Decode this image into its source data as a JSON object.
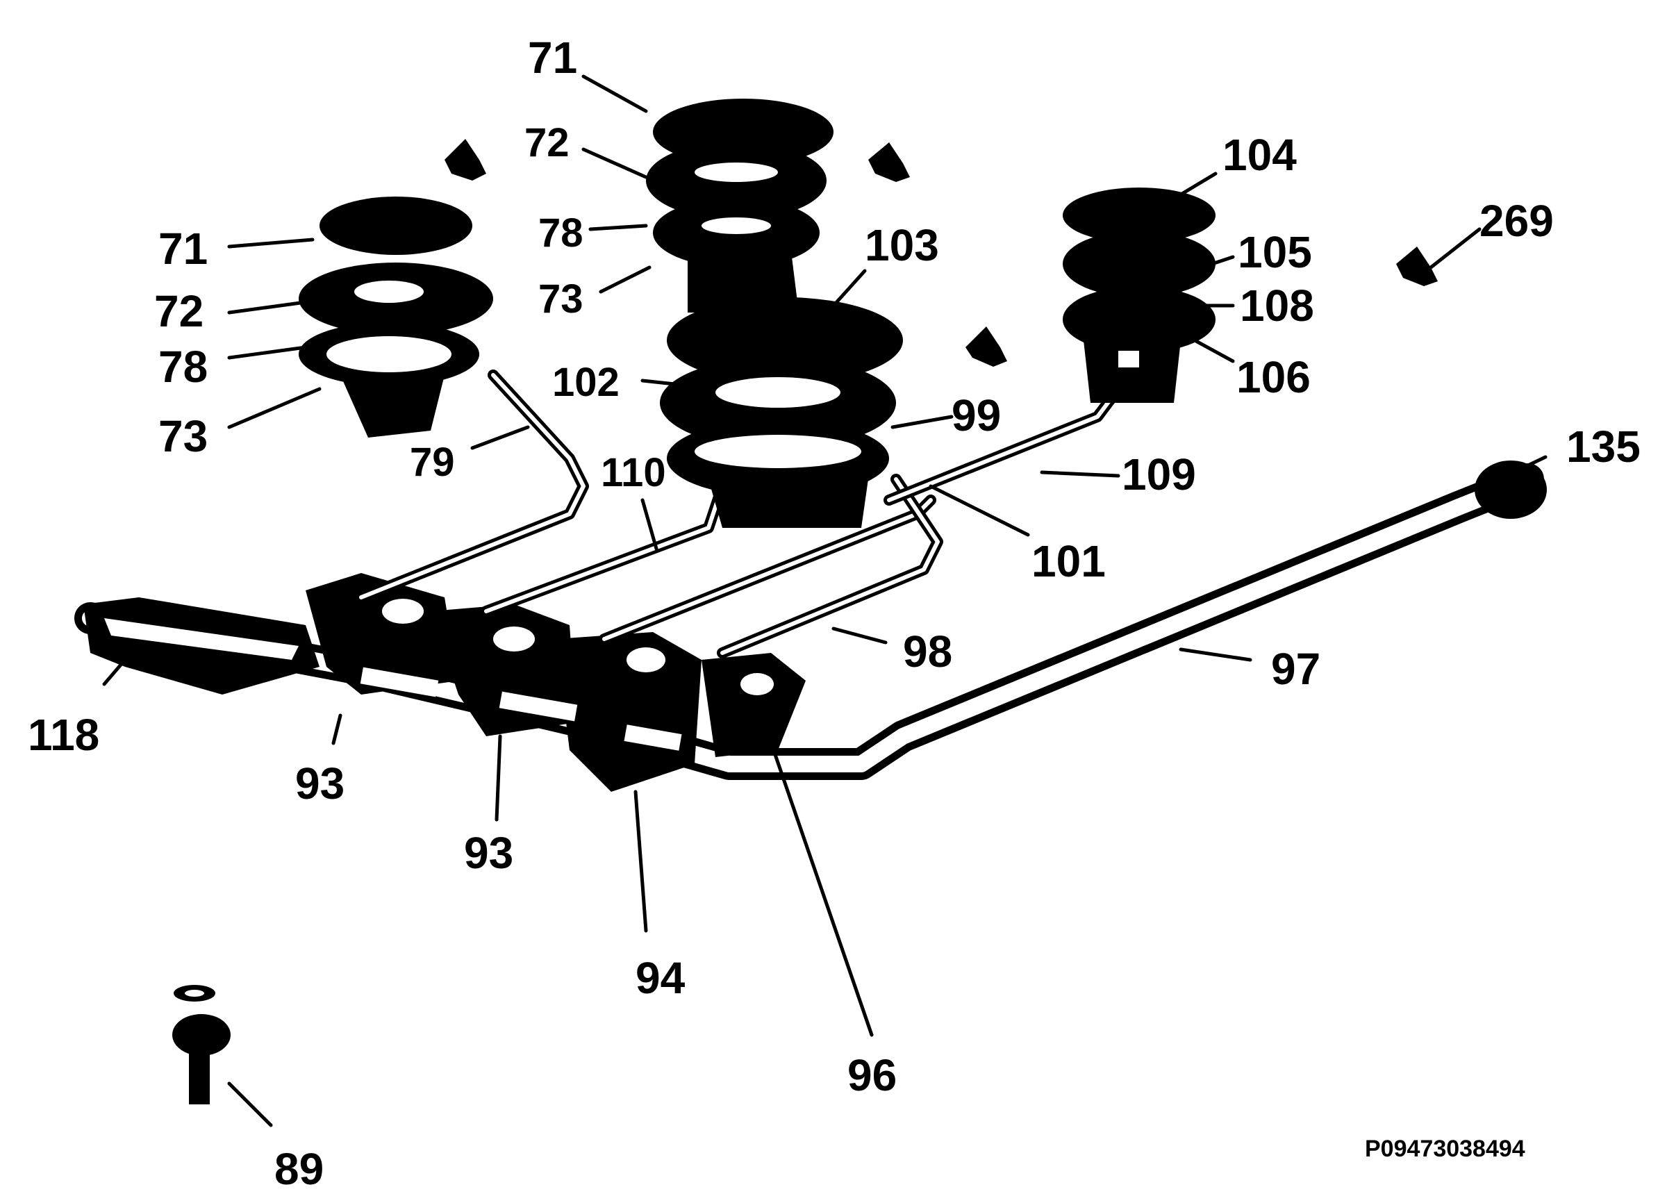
{
  "diagram": {
    "drawing_code": "P09473038494",
    "callouts": {
      "c71_top": "71",
      "c72_top": "72",
      "c78_top": "78",
      "c73_top": "73",
      "c71_left": "71",
      "c72_left": "72",
      "c78_left": "78",
      "c73_left": "73",
      "c79": "79",
      "c110": "110",
      "c102": "102",
      "c103": "103",
      "c99": "99",
      "c104": "104",
      "c105": "105",
      "c108": "108",
      "c106": "106",
      "c269": "269",
      "c109": "109",
      "c101": "101",
      "c135": "135",
      "c98": "98",
      "c97": "97",
      "c118": "118",
      "c93a": "93",
      "c93b": "93",
      "c94": "94",
      "c96": "96",
      "c89": "89"
    }
  }
}
